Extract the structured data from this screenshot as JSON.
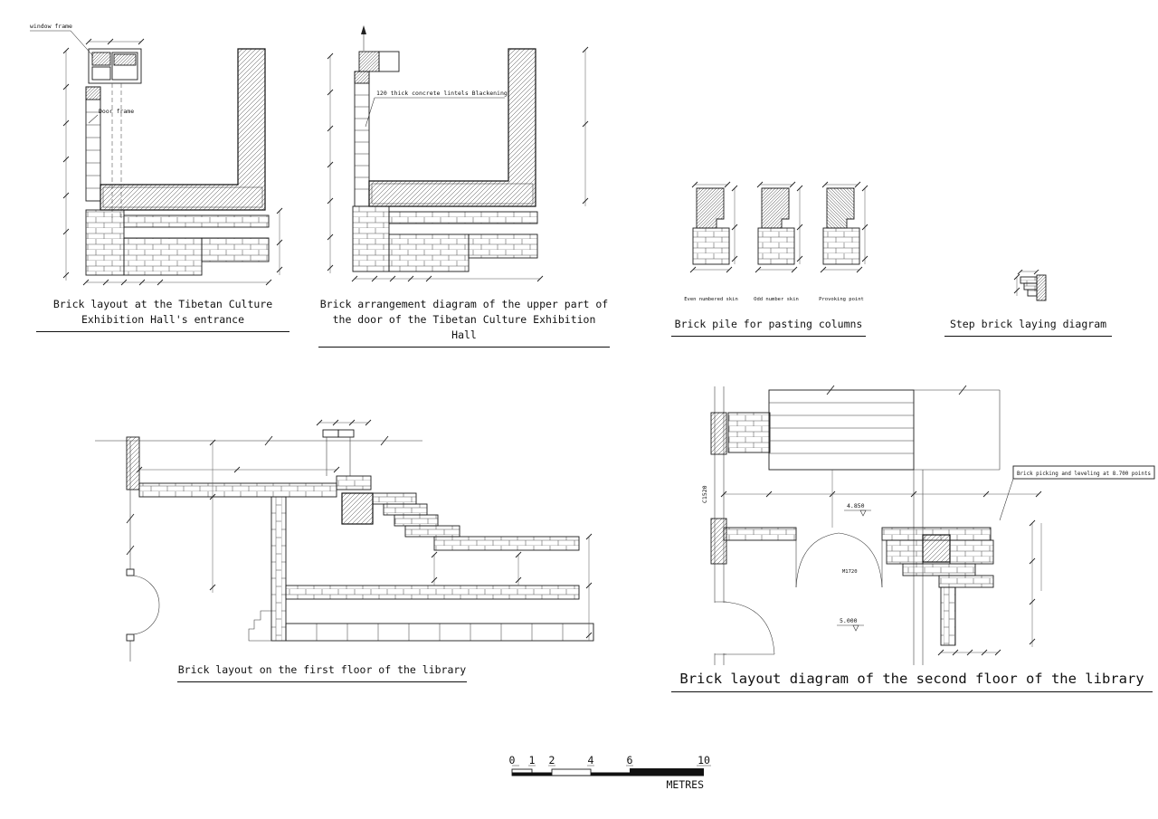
{
  "sheet": {
    "background": "#ffffff",
    "line_color": "#1b1b1b"
  },
  "titles": {
    "entrance_1": "Brick layout at the Tibetan Culture",
    "entrance_2": "Exhibition Hall's entrance",
    "door_upper_1": "Brick arrangement diagram of the upper part of",
    "door_upper_2": "the door of the Tibetan Culture Exhibition Hall",
    "brick_pile": "Brick pile for pasting columns",
    "step_brick": "Step brick laying diagram",
    "first_floor": "Brick layout on the first floor of the library",
    "second_floor": "Brick layout diagram of the second floor of the library"
  },
  "annotations": {
    "window_frame": "window frame",
    "door_frame": "Door frame",
    "lintel_note": "120 thick concrete lintels Blackening",
    "leveling_note": "Brick picking and leveling at 8.700 points",
    "pile_label_even": "Even numbered skin",
    "pile_label_odd": "Odd number skin",
    "pile_label_provoking": "Provoking point",
    "level_upper": "4.850",
    "level_lower": "5.000",
    "door_tag": "M1720",
    "window_tag": "C1520"
  },
  "scale_bar": {
    "ticks": [
      "0",
      "1",
      "2",
      "4",
      "6",
      "10"
    ],
    "unit": "METRES"
  }
}
